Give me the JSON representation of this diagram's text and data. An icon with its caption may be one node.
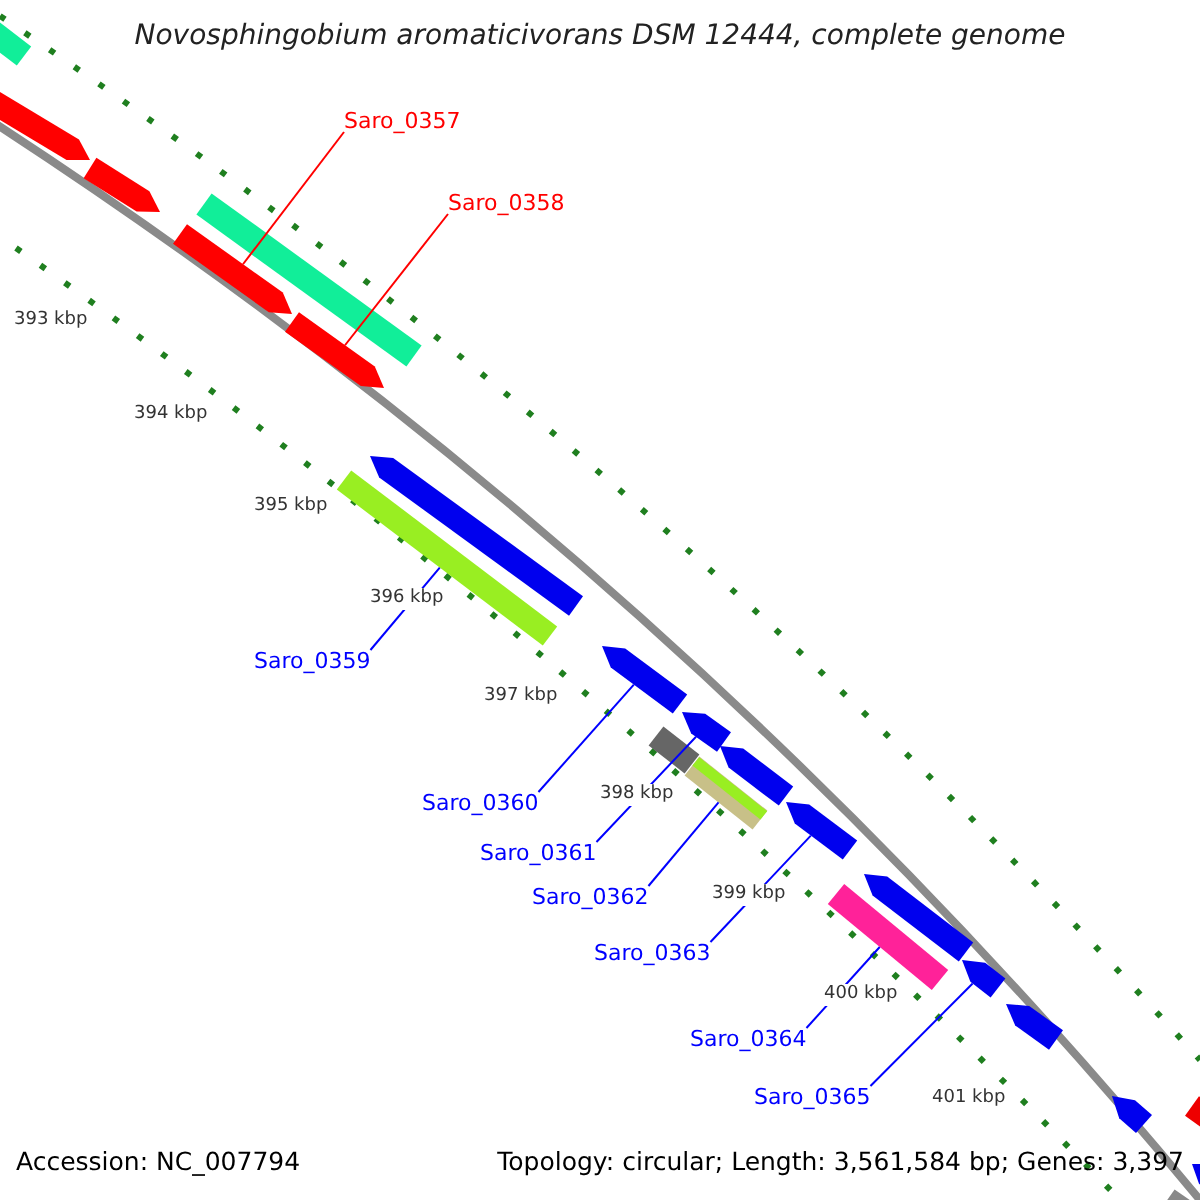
{
  "diagram": {
    "title": "Novosphingobium aromaticivorans DSM 12444, complete genome",
    "nodes": [
      {
        "text": [
          "Saro_0357"
        ]
      },
      {
        "text": [
          "Saro_0358"
        ]
      },
      {
        "text": [
          "Saro_0359"
        ]
      },
      {
        "text": [
          "Saro_0360"
        ]
      },
      {
        "text": [
          "Saro_0361"
        ]
      },
      {
        "text": [
          "Saro_0362"
        ]
      },
      {
        "text": [
          "Saro_0363"
        ]
      },
      {
        "text": [
          "Saro_0364"
        ]
      },
      {
        "text": [
          "Saro_0365"
        ]
      },
      {
        "text": [],
        "shape": "bar"
      },
      {
        "text": [],
        "shape": "bar"
      },
      {
        "text": [],
        "shape": "bar"
      },
      {
        "text": [],
        "shape": "bar"
      },
      {
        "text": [],
        "shape": "bar"
      },
      {
        "text": [],
        "shape": "bar"
      },
      {
        "text": [],
        "shape": "bar"
      },
      {
        "text": [],
        "shape": "bar"
      },
      {
        "text": [],
        "shape": "bar"
      },
      {
        "text": [],
        "shape": "bar"
      },
      {
        "text": [],
        "shape": "bar"
      },
      {
        "text": [],
        "shape": "bar"
      },
      {
        "text": [],
        "shape": "bar"
      },
      {
        "text": [],
        "shape": "bar"
      },
      {
        "text": [],
        "shape": "bar"
      },
      {
        "text": [],
        "shape": "bar"
      },
      {
        "text": [],
        "shape": "bar"
      },
      {
        "text": [],
        "shape": "bar"
      },
      {
        "text": [],
        "shape": "bar"
      },
      {
        "text": [],
        "shape": "bar"
      },
      {
        "text": [],
        "shape": "bar"
      },
      {
        "text": [],
        "shape": "bar"
      }
    ],
    "edges": [
      {
        "from": 0,
        "to": 13,
        "arrow": "none",
        "color": "#ff0000"
      },
      {
        "from": 1,
        "to": 14,
        "arrow": "none",
        "color": "#ff0000"
      },
      {
        "from": 2,
        "to": 16,
        "arrow": "none",
        "color": "#0000ff"
      },
      {
        "from": 3,
        "to": 17,
        "arrow": "none",
        "color": "#0000ff"
      },
      {
        "from": 4,
        "to": 18,
        "arrow": "none",
        "color": "#0000ff"
      },
      {
        "from": 5,
        "to": 21,
        "arrow": "none",
        "color": "#0000ff"
      },
      {
        "from": 6,
        "to": 22,
        "arrow": "none",
        "color": "#0000ff"
      },
      {
        "from": 7,
        "to": 24,
        "arrow": "none",
        "color": "#0000ff"
      },
      {
        "from": 8,
        "to": 25,
        "arrow": "none",
        "color": "#0000ff"
      }
    ],
    "labels": [
      "393 kbp",
      "394 kbp",
      "395 kbp",
      "396 kbp",
      "397 kbp",
      "398 kbp",
      "399 kbp",
      "400 kbp",
      "401 kbp",
      "Accession: NC_007794",
      "Topology: circular; Length: 3,561,584 bp; Genes: 3,397"
    ]
  }
}
